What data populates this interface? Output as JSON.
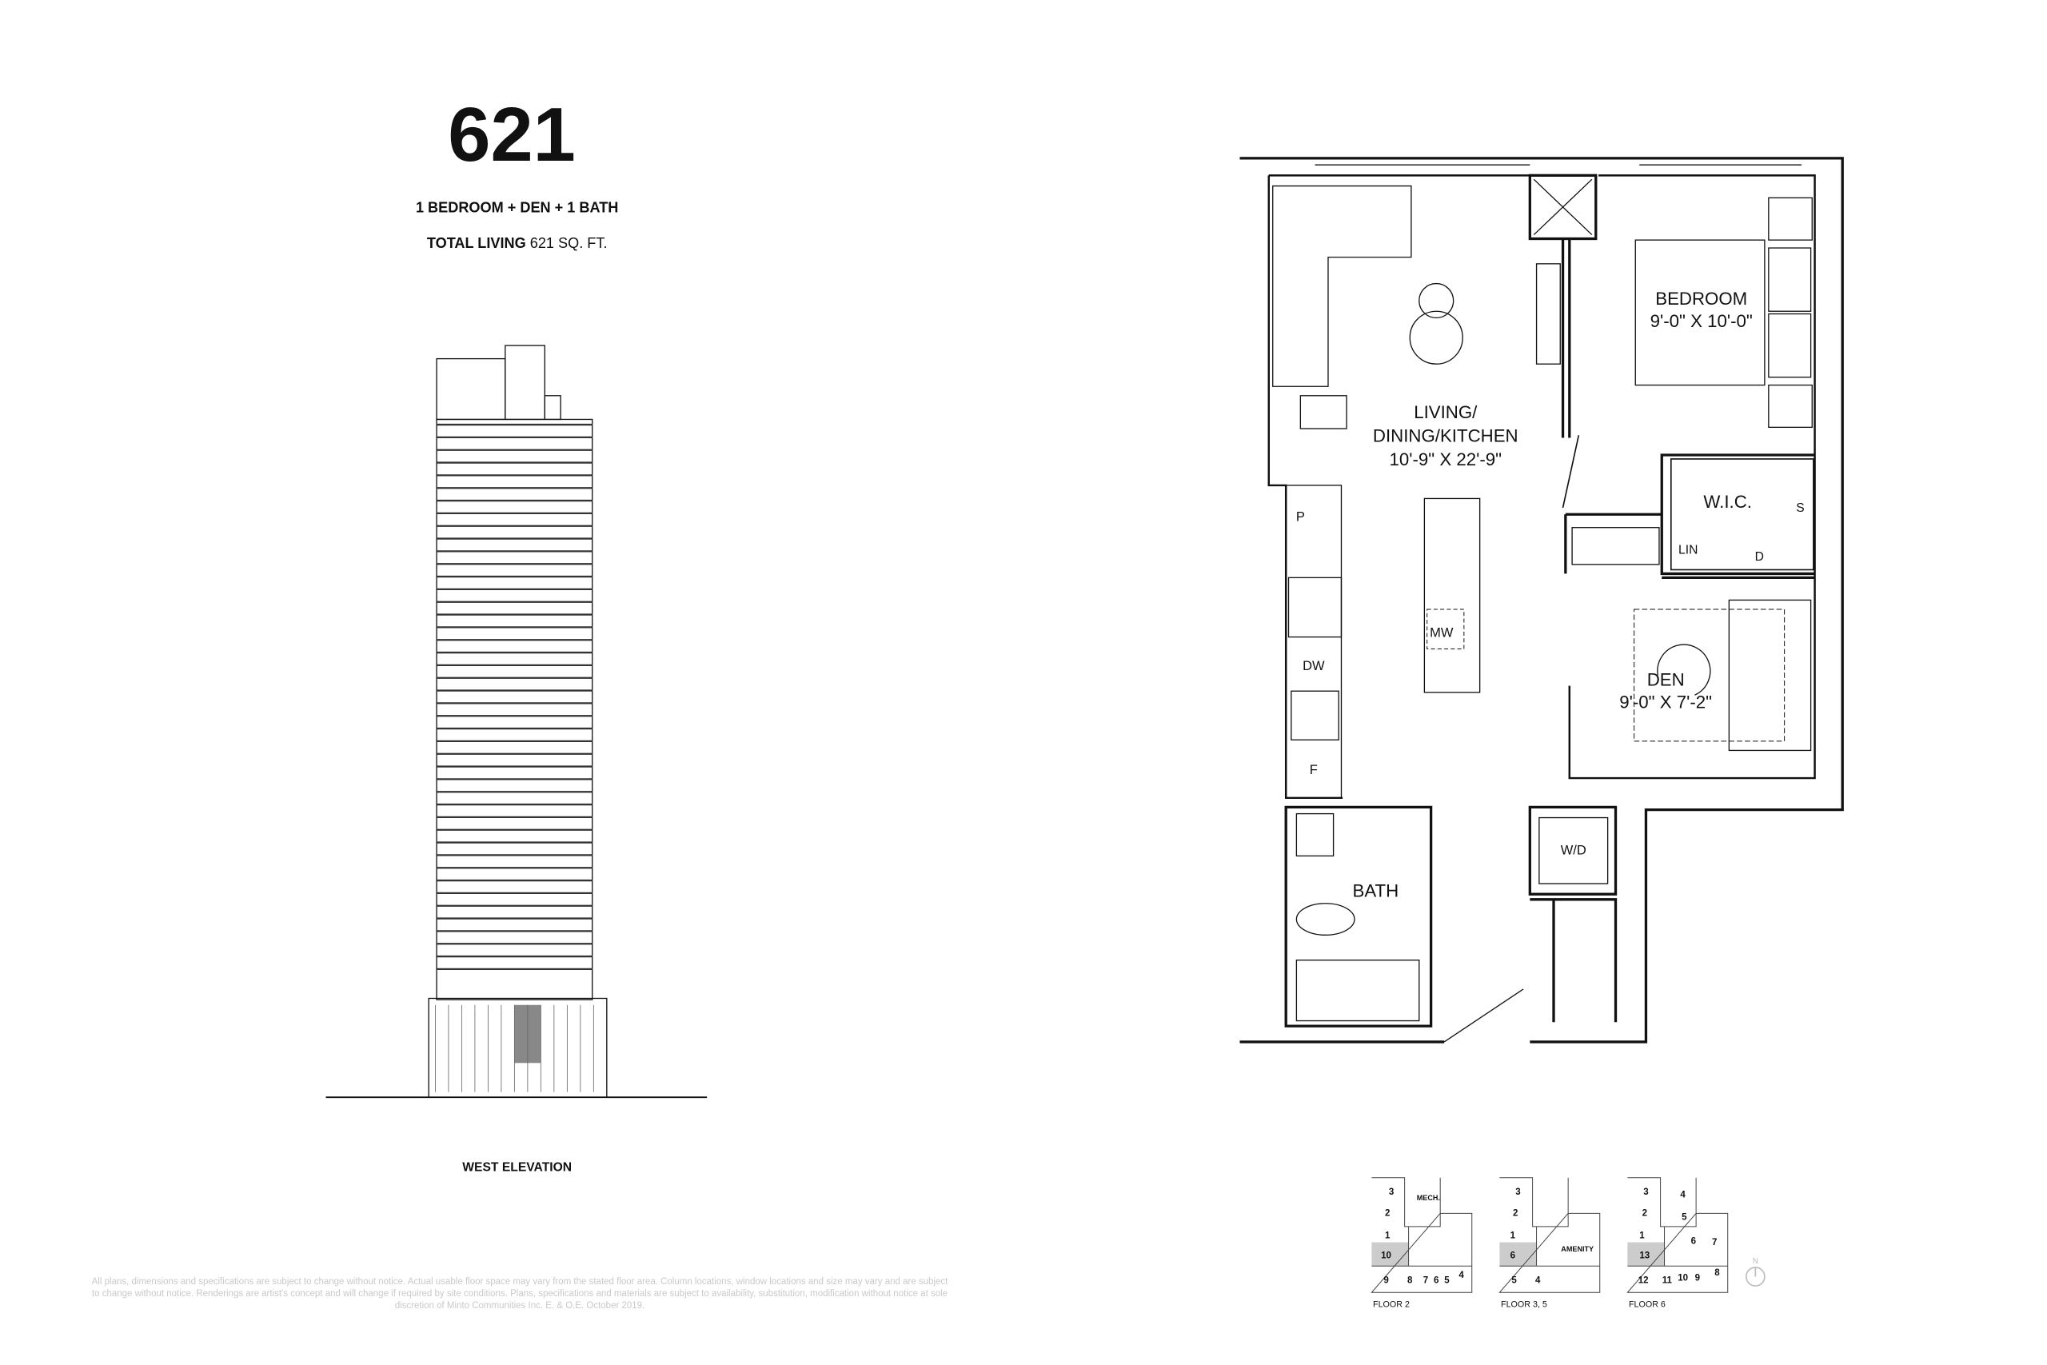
{
  "unit": {
    "number": "621",
    "type": "1 BEDROOM + DEN + 1 BATH",
    "total_living_label": "TOTAL LIVING",
    "total_living_value": "621 SQ. FT."
  },
  "elevation": {
    "label": "WEST ELEVATION"
  },
  "floorplan": {
    "living_l1": "LIVING/",
    "living_l2": "DINING/KITCHEN",
    "living_dim": "10'-9\" X 22'-9\"",
    "bedroom": "BEDROOM",
    "bedroom_dim": "9'-0\" X 10'-0\"",
    "wic": "W.I.C.",
    "den": "DEN",
    "den_dim": "9'-0\" X 7'-2\"",
    "bath": "BATH",
    "wd": "W/D",
    "mw": "MW",
    "dw": "DW",
    "p": "P",
    "f": "F",
    "lin": "LIN",
    "s": "S",
    "d": "D"
  },
  "key_plans": [
    {
      "label": "FLOOR 2",
      "highlight": "10",
      "units": [
        "3",
        "MECH.",
        "2",
        "1",
        "10",
        "9",
        "8",
        "7",
        "6",
        "5",
        "4"
      ]
    },
    {
      "label": "FLOOR 3, 5",
      "highlight": "6",
      "units": [
        "3",
        "2",
        "1",
        "6",
        "5",
        "4",
        "AMENITY"
      ]
    },
    {
      "label": "FLOOR 6",
      "highlight": "13",
      "units": [
        "3",
        "4",
        "2",
        "5",
        "1",
        "6",
        "7",
        "13",
        "12",
        "11",
        "10",
        "9",
        "8"
      ]
    }
  ],
  "compass": {
    "label": "N"
  },
  "disclaimer": "All plans, dimensions and specifications are subject to change without notice. Actual usable floor space may vary from the stated floor area. Column locations, window locations and size may vary and are subject to change without notice. Renderings are artist's concept and will change if required by site conditions. Plans, specifications and materials are subject to availability, substitution, modification without notice at sole discretion of Minto Communities Inc. E. & O.E. October 2019."
}
